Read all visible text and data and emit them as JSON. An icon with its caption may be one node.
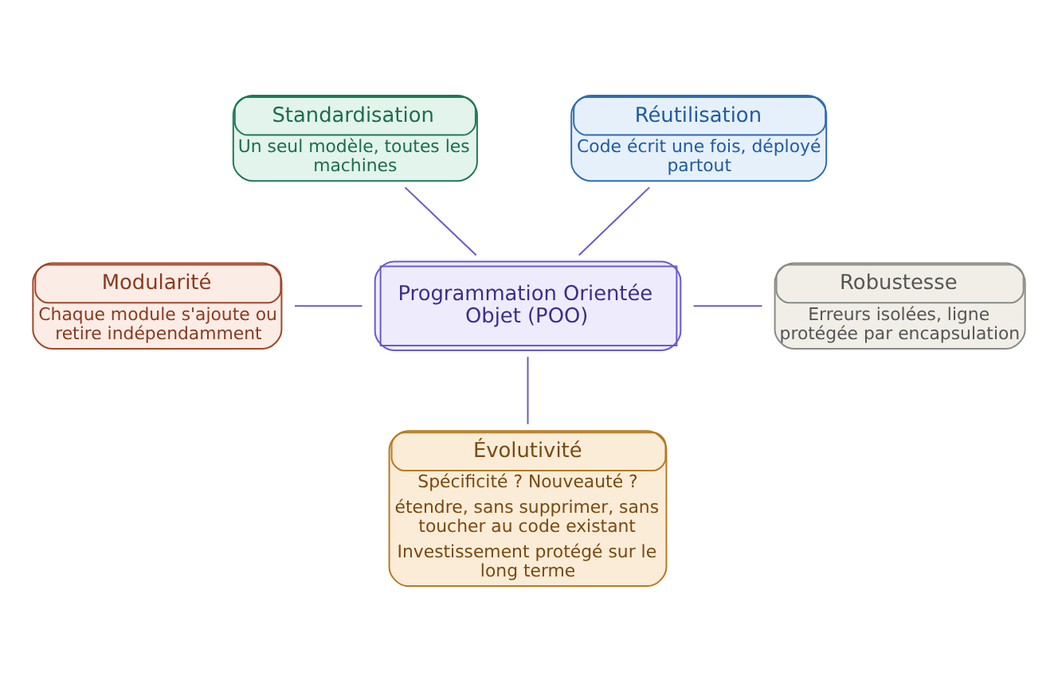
{
  "diagram": {
    "nodes": [
      {
        "text": [
          "Standardisation",
          "Un seul modèle, toutes les machines"
        ]
      },
      {
        "text": [
          "Réutilisation",
          "Code écrit une fois, déployé partout"
        ]
      },
      {
        "text": [
          "Modularité",
          "Chaque module s'ajoute ou retire indépendamment"
        ]
      },
      {
        "text": [
          "Programmation Orientée Objet (POO)"
        ]
      },
      {
        "text": [
          "Robustesse",
          "Erreurs isolées, ligne protégée par encapsulation"
        ]
      },
      {
        "text": [
          "Évolutivité",
          "Spécificité ? Nouveauté ?",
          "étendre, sans supprimer, sans toucher au code existant",
          "Investissement protégé sur le long terme"
        ]
      }
    ],
    "edges": [
      {
        "from": 0,
        "to": 3,
        "arrow": "none"
      },
      {
        "from": 1,
        "to": 3,
        "arrow": "none"
      },
      {
        "from": 2,
        "to": 3,
        "arrow": "none"
      },
      {
        "from": 3,
        "to": 4,
        "arrow": "none"
      },
      {
        "from": 3,
        "to": 5,
        "arrow": "none"
      }
    ]
  }
}
